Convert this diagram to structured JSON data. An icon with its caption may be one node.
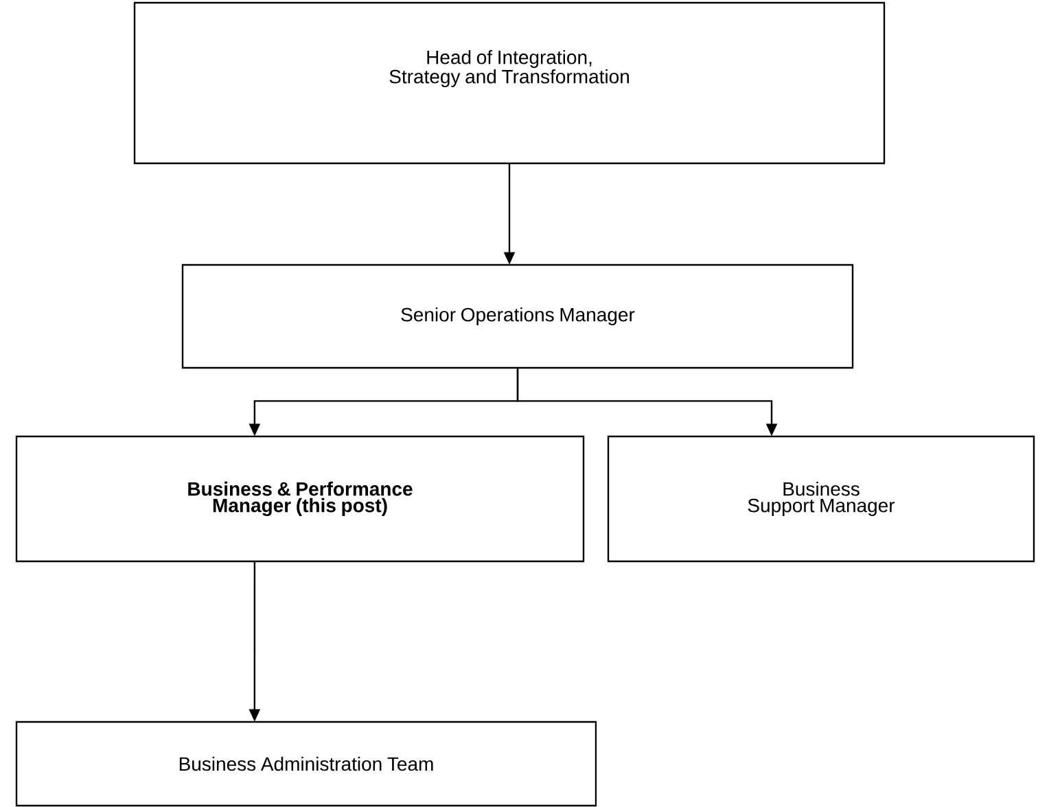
{
  "diagram": {
    "nodes": [
      {
        "text": [
          "Head of Integration, Strategy and Transformation"
        ]
      },
      {
        "text": [
          "Senior Operations Manager"
        ]
      },
      {
        "text": [
          "Business & Performance Manager (this post)"
        ]
      },
      {
        "text": [
          "Business Support Manager"
        ]
      },
      {
        "text": [
          "Business Administration Team"
        ]
      }
    ],
    "edges": [
      {
        "from": 0,
        "to": 1,
        "arrow": "to"
      },
      {
        "from": 1,
        "to": 2,
        "arrow": "to"
      },
      {
        "from": 1,
        "to": 3,
        "arrow": "to"
      },
      {
        "from": 2,
        "to": 4,
        "arrow": "to"
      }
    ]
  }
}
